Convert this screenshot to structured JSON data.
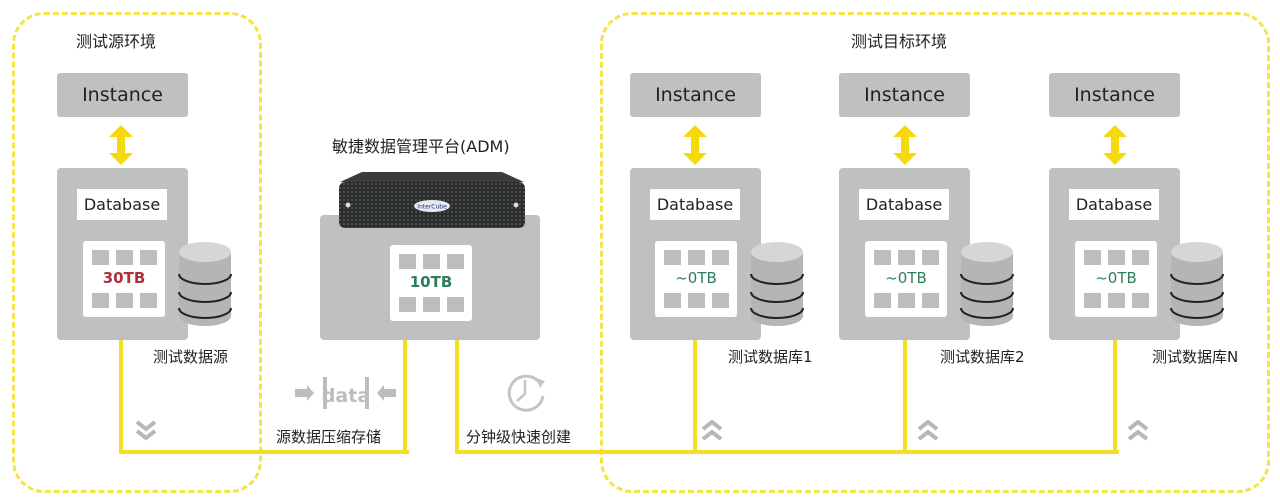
{
  "colors": {
    "accent_yellow": "#f2de27",
    "dashed_border": "#f3e44a",
    "box_gray": "#c0c0c0",
    "cell_gray": "#bdbdbd",
    "red_value": "#b0303a",
    "green_value": "#2e7d5b"
  },
  "source_env": {
    "title": "测试源环境",
    "instance_label": "Instance",
    "database_label": "Database",
    "size": "30TB",
    "caption": "测试数据源"
  },
  "adm": {
    "title": "敏捷数据管理平台(ADM)",
    "server_brand": "InterCube",
    "size": "10TB"
  },
  "features": {
    "compress_icon": "data-compress-icon",
    "compress_icon_text": "data",
    "compress_label": "源数据压缩存储",
    "fast_create_icon": "clock-refresh-icon",
    "fast_create_label": "分钟级快速创建"
  },
  "target_env": {
    "title": "测试目标环境",
    "databases": [
      {
        "instance_label": "Instance",
        "database_label": "Database",
        "size": "~0TB",
        "caption": "测试数据库1"
      },
      {
        "instance_label": "Instance",
        "database_label": "Database",
        "size": "~0TB",
        "caption": "测试数据库2"
      },
      {
        "instance_label": "Instance",
        "database_label": "Database",
        "size": "~0TB",
        "caption": "测试数据库N"
      }
    ]
  },
  "flow_icons": {
    "source_direction": "double-chevron-down-icon",
    "target_direction": "double-chevron-up-icon"
  }
}
